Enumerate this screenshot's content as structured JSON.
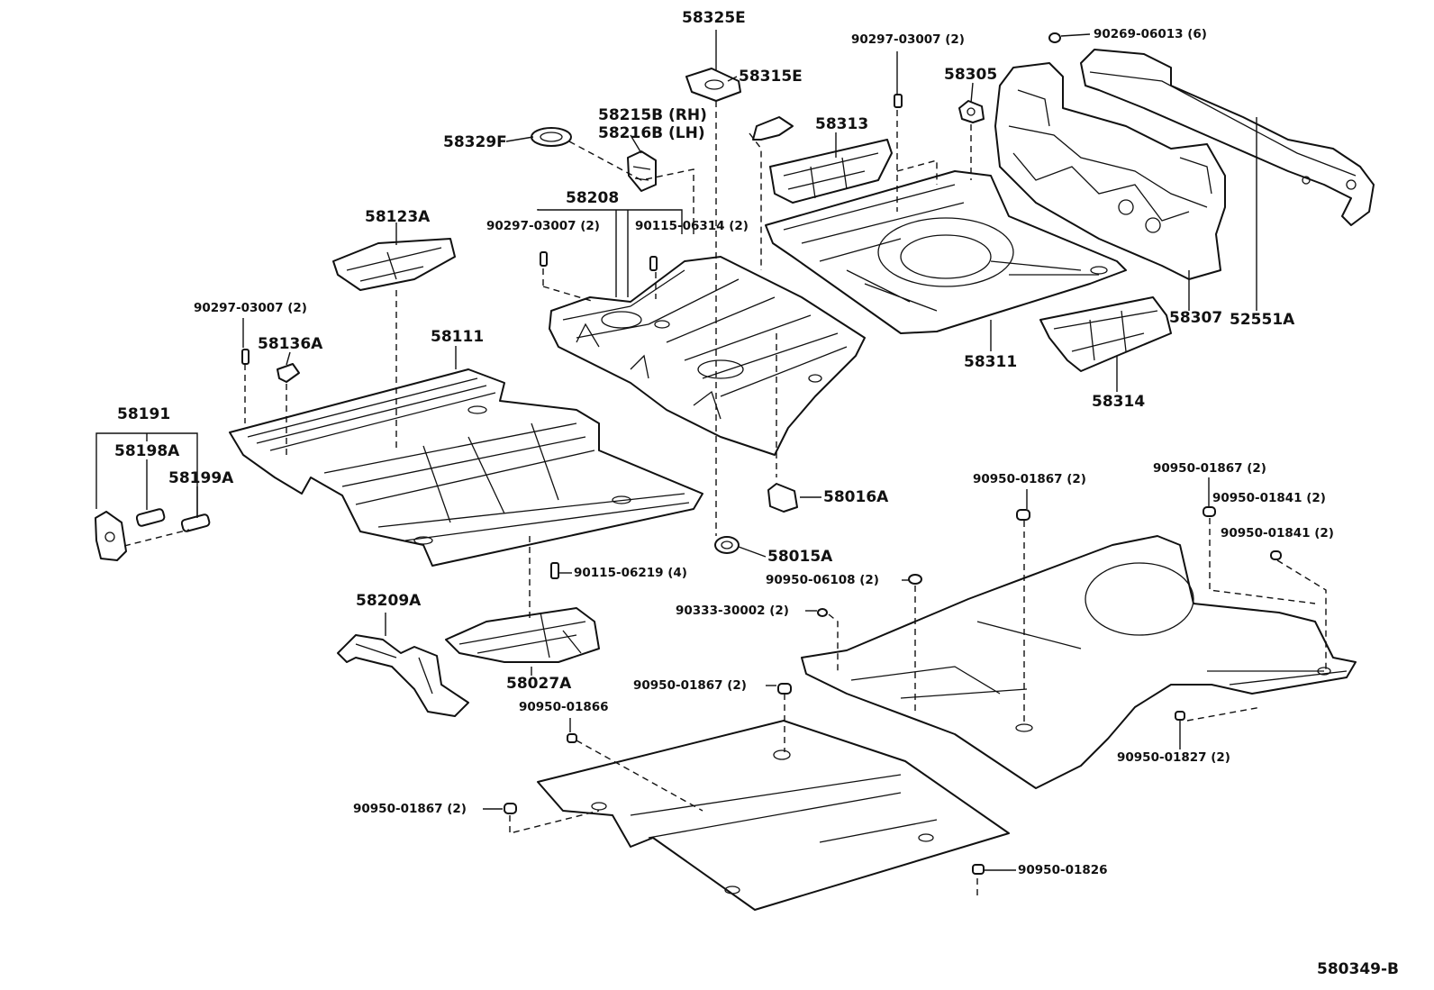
{
  "diagram_id": "580349-B",
  "parts": {
    "p58325E": "58325E",
    "p90297a": "90297-03007 (2)",
    "p90269": "90269-06013 (6)",
    "p58315E": "58315E",
    "p58305": "58305",
    "p58215B": "58215B (RH)",
    "p58216B": "58216B (LH)",
    "p58329F": "58329F",
    "p58313": "58313",
    "p58208": "58208",
    "p58123A": "58123A",
    "p90297b": "90297-03007 (2)",
    "p90115a": "90115-06314 (2)",
    "p90297c": "90297-03007 (2)",
    "p58136A": "58136A",
    "p58111": "58111",
    "p58307": "58307",
    "p52551A": "52551A",
    "p58311": "58311",
    "p58314": "58314",
    "p58191": "58191",
    "p58198A": "58198A",
    "p58199A": "58199A",
    "p90950a": "90950-01867 (2)",
    "p90950b": "90950-01867 (2)",
    "p90950c": "90950-01841 (2)",
    "p58016A": "58016A",
    "p90950d": "90950-01841 (2)",
    "p58015A": "58015A",
    "p90115b": "90115-06219 (4)",
    "p90950e": "90950-06108 (2)",
    "p58209A": "58209A",
    "p90333": "90333-30002 (2)",
    "p58027A": "58027A",
    "p90950f": "90950-01867 (2)",
    "p90950g": "90950-01866",
    "p90950h": "90950-01827 (2)",
    "p90950i": "90950-01867 (2)",
    "p90950j": "90950-01826"
  }
}
